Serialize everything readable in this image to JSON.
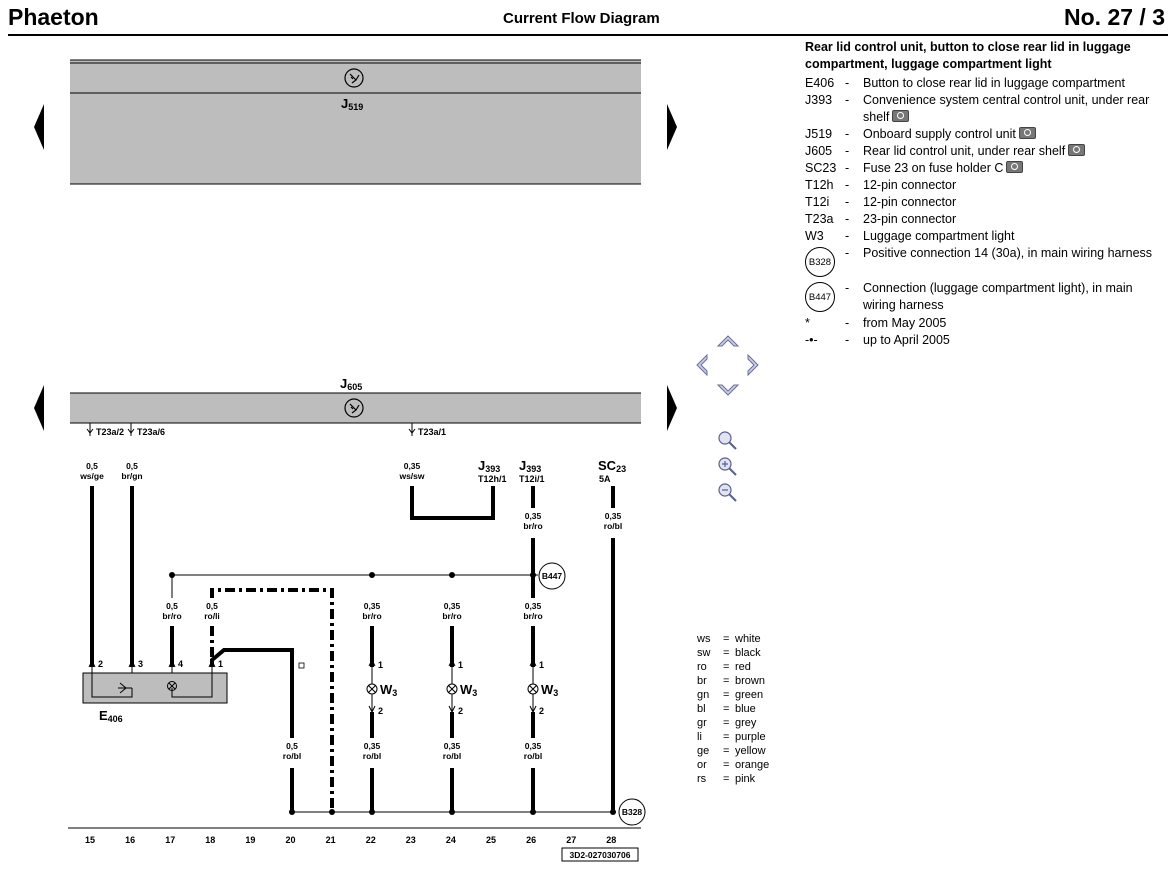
{
  "header": {
    "title": "Phaeton",
    "center": "Current Flow Diagram",
    "page": "No.  27 / 3"
  },
  "components": {
    "j519": {
      "code": "J",
      "sub": "519"
    },
    "j605": {
      "code": "J",
      "sub": "605"
    },
    "e406": {
      "code": "E",
      "sub": "406"
    },
    "j393a": {
      "code": "J",
      "sub": "393",
      "pin": "T12h/1"
    },
    "j393b": {
      "code": "J",
      "sub": "393",
      "pin": "T12i/1"
    },
    "sc23": {
      "code": "SC",
      "sub": "23",
      "rating": "5A"
    },
    "w3": {
      "code": "W",
      "sub": "3"
    },
    "b447": "B447",
    "b328": "B328"
  },
  "connectors": {
    "t23a2": "T23a/2",
    "t23a6": "T23a/6",
    "t23a1": "T23a/1"
  },
  "wires": [
    {
      "size": "0,5",
      "color": "ws/ge"
    },
    {
      "size": "0,5",
      "color": "br/gn"
    },
    {
      "size": "0,35",
      "color": "ws/sw"
    },
    {
      "size": "0,35",
      "color": "br/ro"
    },
    {
      "size": "0,35",
      "color": "ro/bl"
    },
    {
      "size": "0,5",
      "color": "br/ro"
    },
    {
      "size": "0,5",
      "color": "ro/li"
    },
    {
      "size": "0,35",
      "color": "br/ro"
    },
    {
      "size": "0,35",
      "color": "br/ro"
    },
    {
      "size": "0,35",
      "color": "br/ro"
    },
    {
      "size": "0,5",
      "color": "ro/bl"
    },
    {
      "size": "0,35",
      "color": "ro/bl"
    },
    {
      "size": "0,35",
      "color": "ro/bl"
    },
    {
      "size": "0,35",
      "color": "ro/bl"
    }
  ],
  "pins": {
    "e2": "2",
    "e3": "3",
    "e4": "4",
    "e1": "1",
    "w1": "1",
    "w2": "2"
  },
  "track_numbers": [
    "15",
    "16",
    "17",
    "18",
    "19",
    "20",
    "21",
    "22",
    "23",
    "24",
    "25",
    "26",
    "27",
    "28"
  ],
  "doc_ref": "3D2-027030706",
  "legend": {
    "title": "Rear lid control unit, button to close rear lid in luggage compartment, luggage compartment light",
    "items": [
      {
        "code": "E406",
        "desc": "Button to close rear lid in luggage compartment",
        "photo": false
      },
      {
        "code": "J393",
        "desc": "Convenience system central control unit, under rear shelf",
        "photo": true
      },
      {
        "code": "J519",
        "desc": "Onboard supply control unit",
        "photo": true
      },
      {
        "code": "J605",
        "desc": "Rear lid control unit, under rear shelf",
        "photo": true
      },
      {
        "code": "SC23",
        "desc": "Fuse 23 on fuse holder C",
        "photo": true
      },
      {
        "code": "T12h",
        "desc": "12-pin connector",
        "photo": false
      },
      {
        "code": "T12i",
        "desc": "12-pin connector",
        "photo": false
      },
      {
        "code": "T23a",
        "desc": "23-pin connector",
        "photo": false
      },
      {
        "code": "W3",
        "desc": "Luggage compartment light",
        "photo": false
      }
    ],
    "circles": [
      {
        "code": "B328",
        "desc": "Positive connection 14 (30a), in main wiring harness"
      },
      {
        "code": "B447",
        "desc": "Connection (luggage compartment light), in main wiring harness"
      }
    ],
    "notes": [
      {
        "code": "*",
        "desc": "from May 2005"
      },
      {
        "code": "-•-",
        "desc": "up to April 2005"
      }
    ],
    "dash": "-"
  },
  "color_key": [
    {
      "code": "ws",
      "name": "white"
    },
    {
      "code": "sw",
      "name": "black"
    },
    {
      "code": "ro",
      "name": "red"
    },
    {
      "code": "br",
      "name": "brown"
    },
    {
      "code": "gn",
      "name": "green"
    },
    {
      "code": "bl",
      "name": "blue"
    },
    {
      "code": "gr",
      "name": "grey"
    },
    {
      "code": "li",
      "name": "purple"
    },
    {
      "code": "ge",
      "name": "yellow"
    },
    {
      "code": "or",
      "name": "orange"
    },
    {
      "code": "rs",
      "name": "pink"
    }
  ],
  "colors": {
    "unit_fill": "#bdbdbd",
    "nav_fill": "#c8cce8",
    "nav_stroke": "#6a6f9a"
  }
}
